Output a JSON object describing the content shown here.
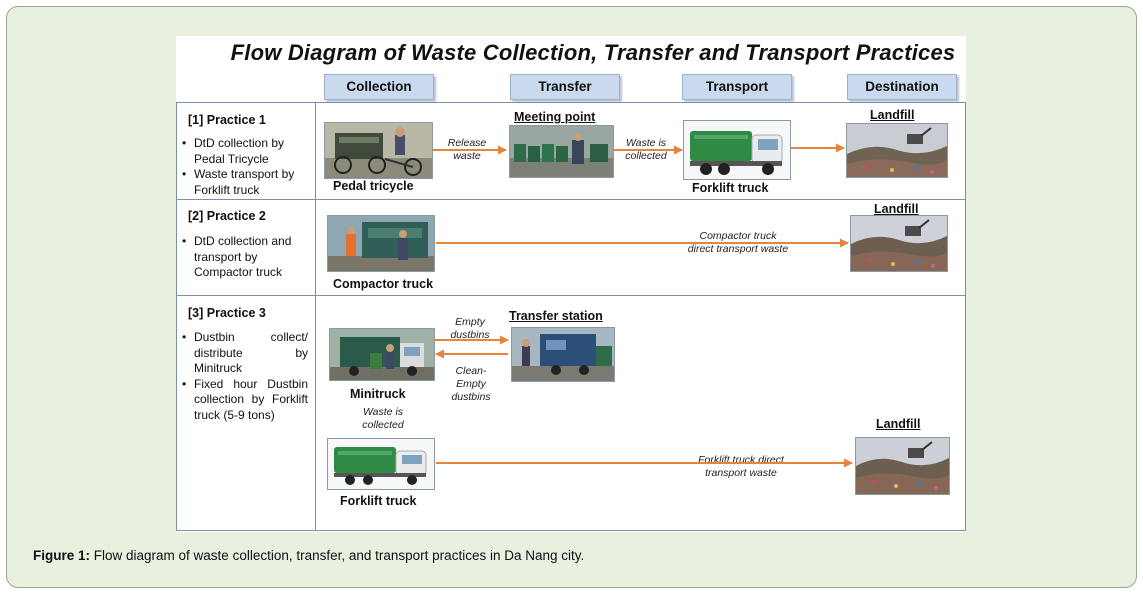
{
  "title": "Flow Diagram of Waste Collection, Transfer and Transport Practices",
  "columns": [
    "Collection",
    "Transfer",
    "Transport",
    "Destination"
  ],
  "practices": [
    {
      "title": "[1] Practice 1",
      "bullets": [
        "DtD collection by Pedal Tricycle",
        "Waste transport by Forklift truck"
      ],
      "labels": {
        "pedal": "Pedal tricycle",
        "meeting": "Meeting point",
        "forklift": "Forklift truck",
        "landfill": "Landfill",
        "release": "Release waste",
        "collected": "Waste is collected"
      }
    },
    {
      "title": "[2] Practice 2",
      "bullets": [
        "DtD collection and transport by Compactor truck"
      ],
      "labels": {
        "compactor": "Compactor truck",
        "landfill": "Landfill",
        "direct": "Compactor truck direct transport waste"
      }
    },
    {
      "title": "[3] Practice 3",
      "bullets": [
        "Dustbin collect/ distribute by Minitruck",
        "Fixed hour Dustbin collection by Forklift truck (5-9 tons)"
      ],
      "labels": {
        "minitruck": "Minitruck",
        "transfer_station": "Transfer station",
        "empty": "Empty dustbins",
        "clean": "Clean- Empty dustbins",
        "collected": "Waste is collected",
        "forklift": "Forklift truck",
        "landfill": "Landfill",
        "direct": "Forklift truck direct transport waste"
      }
    }
  ],
  "caption": {
    "label": "Figure 1:",
    "text": " Flow diagram of waste collection, transfer, and transport practices in Da Nang city."
  },
  "colors": {
    "arrow": "#e8833a",
    "header": "#c9d9ee",
    "frame": "#e8f0e0",
    "grid": "#7b8fb0"
  }
}
